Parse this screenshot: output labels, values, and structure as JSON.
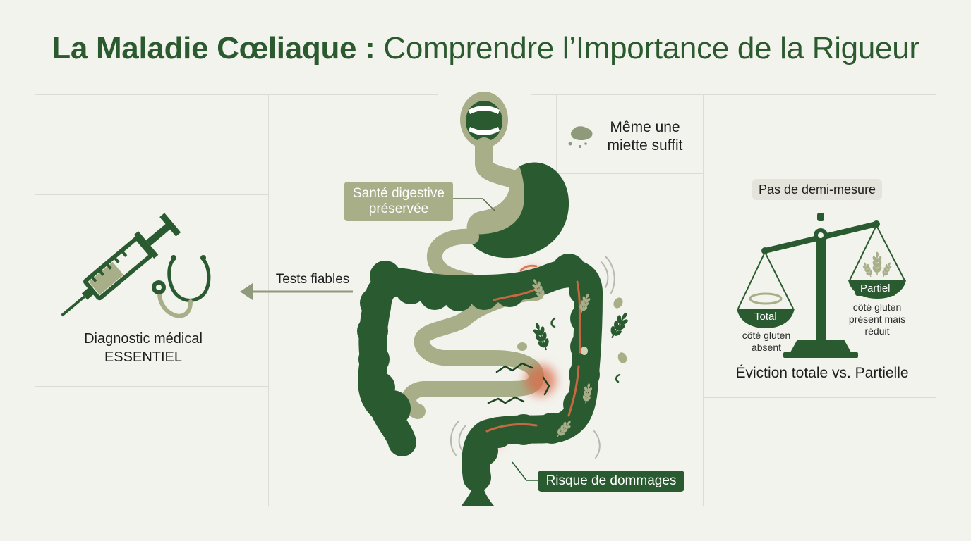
{
  "title": {
    "bold": "La Maladie Cœliaque :",
    "regular": " Comprendre l’Importance de la Rigueur"
  },
  "labels": {
    "diagnostic_line1": "Diagnostic médical",
    "diagnostic_line2": "ESSENTIEL",
    "tests": "Tests fiables",
    "sante_line1": "Santé digestive",
    "sante_line2": "préservée",
    "miette_line1": "Même une",
    "miette_line2": "miette suffit",
    "risque": "Risque de dommages",
    "demi_mesure": "Pas de demi-mesure",
    "total_tag": "Total",
    "partiel_tag": "Partiel",
    "total_desc_line1": "côté gluten",
    "total_desc_line2": "absent",
    "partiel_desc_line1": "côté gluten",
    "partiel_desc_line2": "présent mais",
    "partiel_desc_line3": "réduit",
    "eviction": "Éviction totale vs. Partielle"
  },
  "icons": [
    "syringe-icon",
    "stethoscope-icon",
    "mouth-icon",
    "crumb-icon",
    "wheat-icon",
    "balance-scale-icon",
    "arrow-left-icon"
  ],
  "colors": {
    "dark_green": "#2a5a30",
    "sage_green": "#a7ae88",
    "inflamed_orange": "#d86a45",
    "background": "#f3f3ee"
  }
}
